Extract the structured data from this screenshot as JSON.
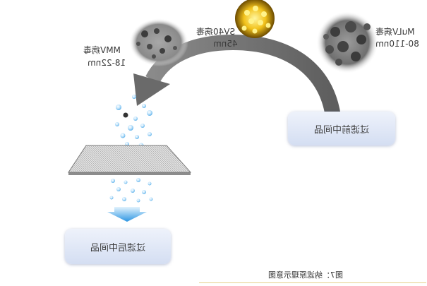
{
  "labels": {
    "mmv_name": "MMV病毒",
    "mmv_size": "18-22nm",
    "sv40_name": "SV40病毒",
    "sv40_size": "45nm",
    "mulv_name": "MuLV病毒",
    "mulv_size": "80-110nm"
  },
  "boxes": {
    "before": "过滤前中间品",
    "after": "过滤后中间品"
  },
  "caption": "图7：纳滤原理示意图",
  "colors": {
    "arrow_gray": "#6e6e6e",
    "flow_blue": "#3aa0e6",
    "box_fill": "#dde5f5"
  }
}
